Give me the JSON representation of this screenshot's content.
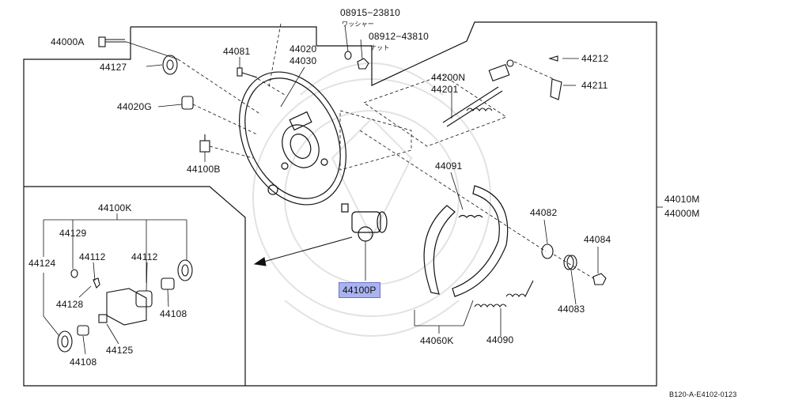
{
  "diagram": {
    "parts": [
      {
        "id": "p08915",
        "number": "08915−23810"
      },
      {
        "id": "p08915jp",
        "number": "ワッシャー"
      },
      {
        "id": "p08912",
        "number": "08912−43810"
      },
      {
        "id": "p08912jp",
        "number": "ナット"
      },
      {
        "id": "p44000a",
        "number": "44000A"
      },
      {
        "id": "p44081",
        "number": "44081"
      },
      {
        "id": "p44020",
        "number": "44020"
      },
      {
        "id": "p44030",
        "number": "44030"
      },
      {
        "id": "p44212",
        "number": "44212"
      },
      {
        "id": "p44211",
        "number": "44211"
      },
      {
        "id": "p44127",
        "number": "44127"
      },
      {
        "id": "p44200n",
        "number": "44200N"
      },
      {
        "id": "p44201",
        "number": "44201"
      },
      {
        "id": "p44020g",
        "number": "44020G"
      },
      {
        "id": "p44100b",
        "number": "44100B"
      },
      {
        "id": "p44091",
        "number": "44091"
      },
      {
        "id": "p44010m",
        "number": "44010M"
      },
      {
        "id": "p44000m",
        "number": "44000M"
      },
      {
        "id": "p44100k",
        "number": "44100K"
      },
      {
        "id": "p44082",
        "number": "44082"
      },
      {
        "id": "p44084",
        "number": "44084"
      },
      {
        "id": "p44129",
        "number": "44129"
      },
      {
        "id": "p44124",
        "number": "44124"
      },
      {
        "id": "p44112a",
        "number": "44112"
      },
      {
        "id": "p44112b",
        "number": "44112"
      },
      {
        "id": "p44128",
        "number": "44128"
      },
      {
        "id": "p44108a",
        "number": "44108"
      },
      {
        "id": "p44125",
        "number": "44125"
      },
      {
        "id": "p44108b",
        "number": "44108"
      },
      {
        "id": "p44100p",
        "number": "44100P"
      },
      {
        "id": "p44083",
        "number": "44083"
      },
      {
        "id": "p44060k",
        "number": "44060K"
      },
      {
        "id": "p44090",
        "number": "44090"
      }
    ],
    "highlighted_part": "44100P",
    "drawing_code": "B120-A-E4102-0123",
    "colors": {
      "line": "#111111",
      "highlight_fill": "#aab3f0",
      "highlight_border": "#6a74c9",
      "watermark": "#d8d8d8"
    }
  }
}
